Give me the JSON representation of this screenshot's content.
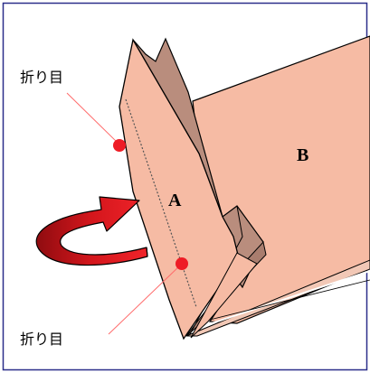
{
  "labels": {
    "fold_line_top": "折り目",
    "fold_line_bottom": "折り目",
    "panel_a": "A",
    "panel_b": "B"
  },
  "colors": {
    "frame": "#2b2f8a",
    "paper": "#f6bba4",
    "paper_shadow": "#b98d7d",
    "arrow_red": "#e8141b",
    "arrow_dark": "#a00f12",
    "leader_line": "#ff6b6b",
    "fold_marker": "#ee1c25",
    "outline": "#000000"
  }
}
